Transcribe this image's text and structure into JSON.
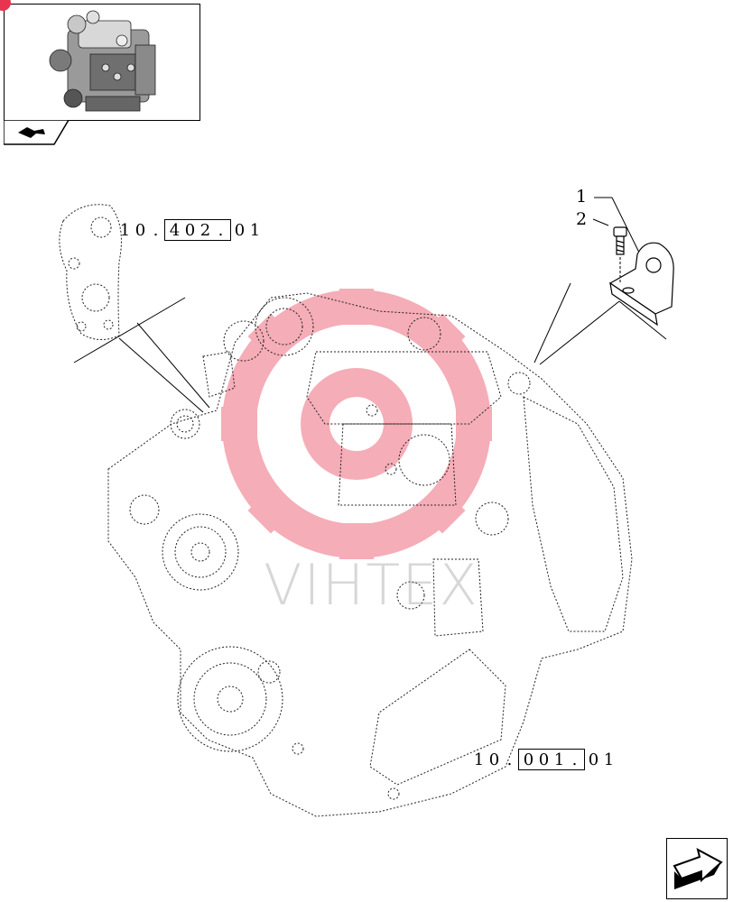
{
  "references": {
    "upper_left": {
      "prefix": [
        "1",
        "0",
        "."
      ],
      "boxed": [
        "4",
        "0",
        "2",
        "."
      ],
      "suffix": [
        "0",
        "1"
      ]
    },
    "bottom": {
      "prefix": [
        "1",
        "0",
        "."
      ],
      "boxed": [
        "0",
        "0",
        "1",
        "."
      ],
      "suffix": [
        "0",
        "1"
      ]
    }
  },
  "callouts": {
    "item_1": "1",
    "item_2": "2"
  },
  "watermark": {
    "text": "VIHTEX",
    "color": "#e8344e"
  },
  "icons": {
    "thumbnail_nav": "return-arrow-icon",
    "next_page": "next-arrow-icon"
  }
}
